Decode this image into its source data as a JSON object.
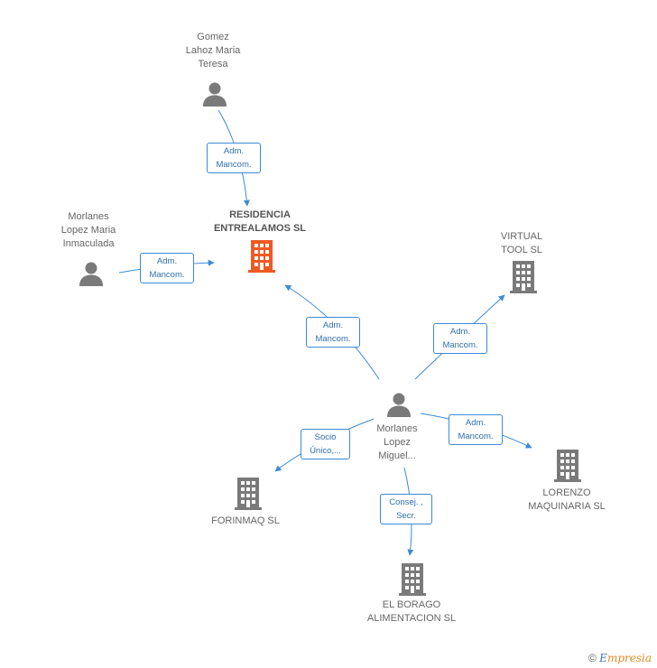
{
  "colors": {
    "edge": "#3d8ad6",
    "person_icon": "#7a7a7a",
    "company_icon": "#7a7a7a",
    "focus_company_icon": "#ee5a24"
  },
  "nodes": {
    "gomez": {
      "label": [
        "Gomez",
        "Lahoz Maria",
        "Teresa"
      ],
      "icon": "person-icon"
    },
    "morlanes_inmaculada": {
      "label": [
        "Morlanes",
        "Lopez Maria",
        "Inmaculada"
      ],
      "icon": "person-icon"
    },
    "residencia": {
      "label": [
        "RESIDENCIA",
        "ENTREALAMOS SL"
      ],
      "icon": "building-icon"
    },
    "virtual": {
      "label": [
        "VIRTUAL",
        "TOOL SL"
      ],
      "icon": "building-icon"
    },
    "morlanes_miguel": {
      "label": [
        "Morlanes",
        "Lopez",
        "Miguel..."
      ],
      "icon": "person-icon"
    },
    "forinmaq": {
      "label": [
        "FORINMAQ SL"
      ],
      "icon": "building-icon"
    },
    "lorenzo": {
      "label": [
        "LORENZO",
        "MAQUINARIA SL"
      ],
      "icon": "building-icon"
    },
    "borago": {
      "label": [
        "EL BORAGO",
        "ALIMENTACION SL"
      ],
      "icon": "building-icon"
    }
  },
  "edges": {
    "gomez_residencia": [
      "Adm.",
      "Mancom."
    ],
    "inmaculada_residencia": [
      "Adm.",
      "Mancom."
    ],
    "miguel_residencia": [
      "Adm.",
      "Mancom."
    ],
    "miguel_virtual": [
      "Adm.",
      "Mancom."
    ],
    "miguel_lorenzo": [
      "Adm.",
      "Mancom."
    ],
    "miguel_forinmaq": [
      "Socio",
      "Único,..."
    ],
    "miguel_borago": [
      "Consej. ,",
      "Secr."
    ]
  },
  "footer": {
    "copyright_symbol": "©",
    "brand_first": "E",
    "brand_rest": "mpresia"
  }
}
